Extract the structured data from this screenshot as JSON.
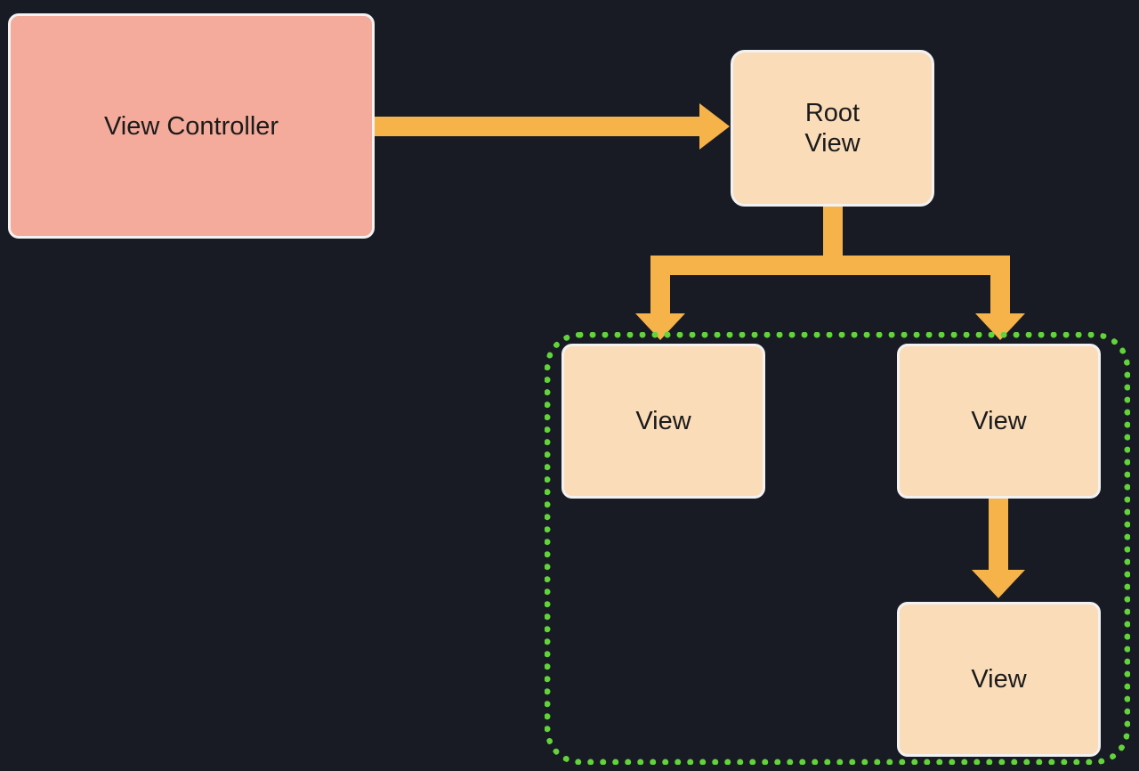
{
  "diagram": {
    "nodes": {
      "view_controller": {
        "label": "View Controller"
      },
      "root_view": {
        "label": "Root\nView"
      },
      "child_view_left": {
        "label": "View"
      },
      "child_view_right": {
        "label": "View"
      },
      "grandchild_view": {
        "label": "View"
      }
    },
    "edges": [
      {
        "from": "view_controller",
        "to": "root_view"
      },
      {
        "from": "root_view",
        "to": "child_view_left"
      },
      {
        "from": "root_view",
        "to": "child_view_right"
      },
      {
        "from": "child_view_right",
        "to": "grandchild_view"
      }
    ],
    "group": {
      "members": [
        "child_view_left",
        "child_view_right",
        "grandchild_view"
      ],
      "style": "dotted"
    }
  },
  "colors": {
    "background": "#181b23",
    "view_controller_fill": "#f4ab9b",
    "view_fill": "#fbdcb9",
    "box_border": "#f2f2f2",
    "arrow": "#f6b34a",
    "group_outline": "#62d43a"
  }
}
